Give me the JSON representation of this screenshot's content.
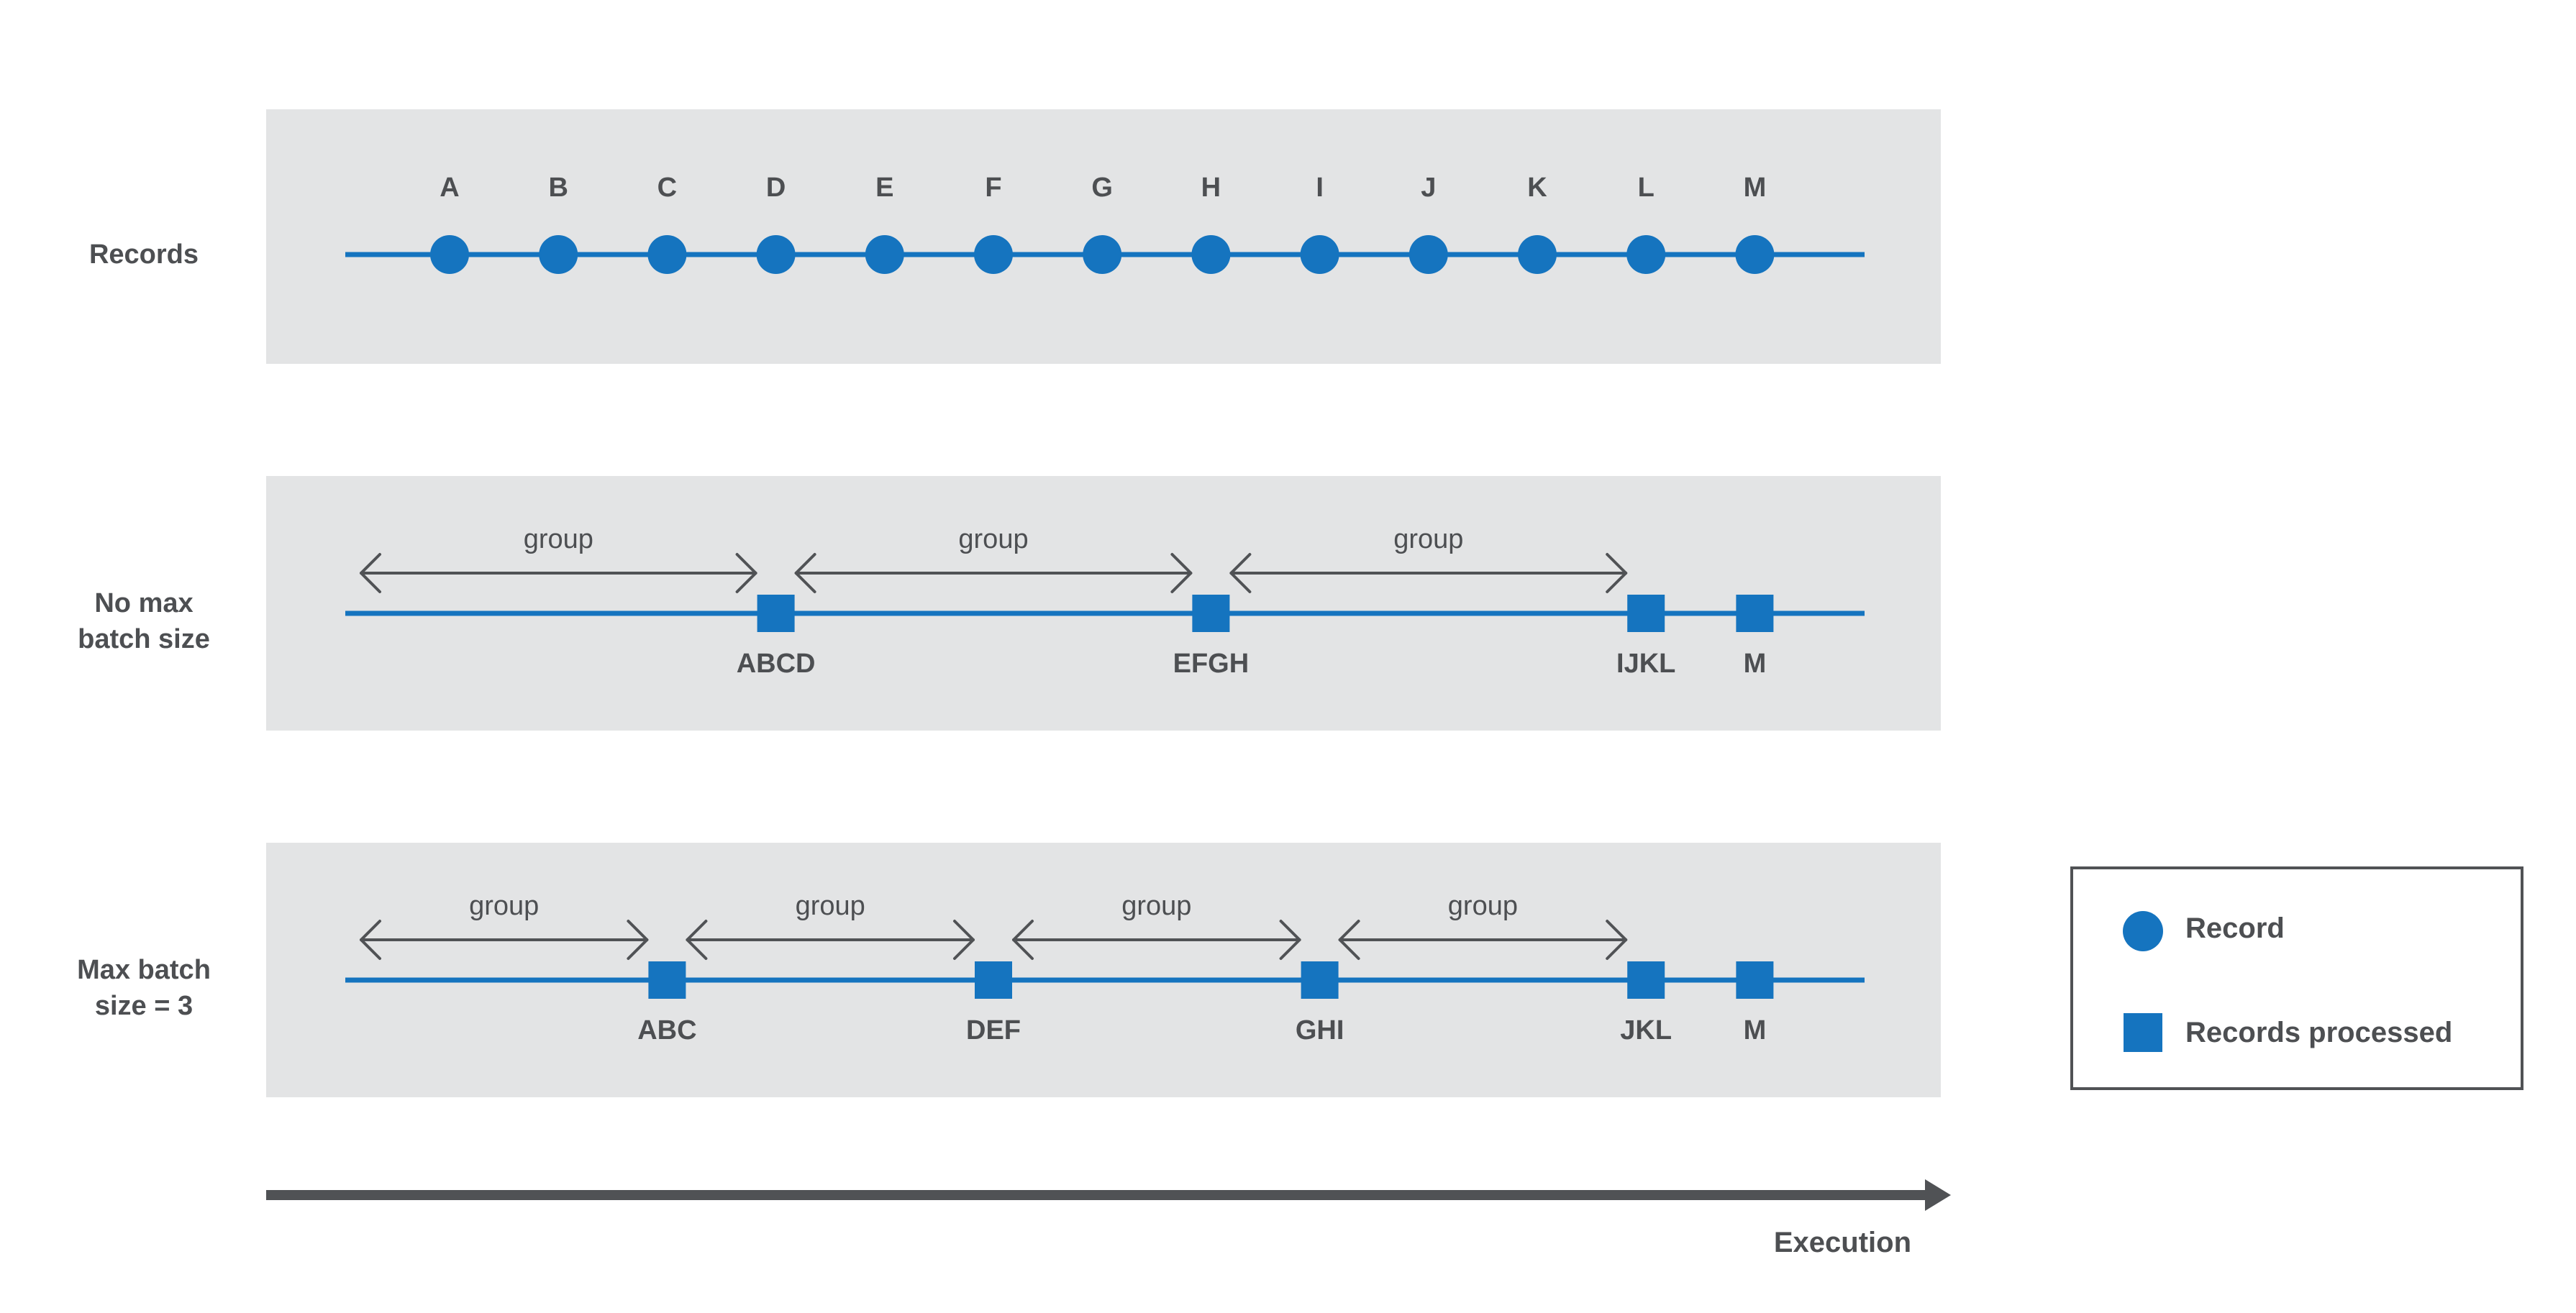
{
  "colors": {
    "panel": "#e3e4e5",
    "accent": "#1574bf",
    "text": "#4d4f52",
    "arrow": "#505255",
    "legend_border": "#505255"
  },
  "rows": [
    {
      "id": "records",
      "label_lines": [
        "Records"
      ],
      "markers": [
        {
          "shape": "circle",
          "label": "A",
          "slot": 0
        },
        {
          "shape": "circle",
          "label": "B",
          "slot": 1
        },
        {
          "shape": "circle",
          "label": "C",
          "slot": 2
        },
        {
          "shape": "circle",
          "label": "D",
          "slot": 3
        },
        {
          "shape": "circle",
          "label": "E",
          "slot": 4
        },
        {
          "shape": "circle",
          "label": "F",
          "slot": 5
        },
        {
          "shape": "circle",
          "label": "G",
          "slot": 6
        },
        {
          "shape": "circle",
          "label": "H",
          "slot": 7
        },
        {
          "shape": "circle",
          "label": "I",
          "slot": 8
        },
        {
          "shape": "circle",
          "label": "J",
          "slot": 9
        },
        {
          "shape": "circle",
          "label": "K",
          "slot": 10
        },
        {
          "shape": "circle",
          "label": "L",
          "slot": 11
        },
        {
          "shape": "circle",
          "label": "M",
          "slot": 12
        }
      ],
      "groups": []
    },
    {
      "id": "no-max-batch-size",
      "label_lines": [
        "No max",
        "batch size"
      ],
      "markers": [
        {
          "shape": "square",
          "label": "ABCD",
          "slot": 3
        },
        {
          "shape": "square",
          "label": "EFGH",
          "slot": 7
        },
        {
          "shape": "square",
          "label": "IJKL",
          "slot": 11
        },
        {
          "shape": "square",
          "label": "M",
          "slot": 12
        }
      ],
      "groups": [
        {
          "label": "group",
          "from_slot": -1,
          "to_slot": 3
        },
        {
          "label": "group",
          "from_slot": 3,
          "to_slot": 7
        },
        {
          "label": "group",
          "from_slot": 7,
          "to_slot": 11
        }
      ]
    },
    {
      "id": "max-batch-size-3",
      "label_lines": [
        "Max batch",
        "size = 3"
      ],
      "markers": [
        {
          "shape": "square",
          "label": "ABC",
          "slot": 2
        },
        {
          "shape": "square",
          "label": "DEF",
          "slot": 5
        },
        {
          "shape": "square",
          "label": "GHI",
          "slot": 8
        },
        {
          "shape": "square",
          "label": "JKL",
          "slot": 11
        },
        {
          "shape": "square",
          "label": "M",
          "slot": 12
        }
      ],
      "groups": [
        {
          "label": "group",
          "from_slot": -1,
          "to_slot": 2
        },
        {
          "label": "group",
          "from_slot": 2,
          "to_slot": 5
        },
        {
          "label": "group",
          "from_slot": 5,
          "to_slot": 8
        },
        {
          "label": "group",
          "from_slot": 8,
          "to_slot": 11
        }
      ]
    }
  ],
  "legend": {
    "items": [
      {
        "shape": "circle",
        "label": "Record"
      },
      {
        "shape": "square",
        "label": "Records processed"
      }
    ]
  },
  "execution_label": "Execution"
}
